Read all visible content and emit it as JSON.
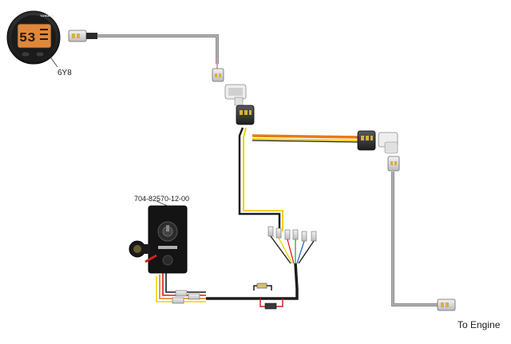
{
  "labels": {
    "gauge_model": "6Y8",
    "panel_part_number": "704-82570-12-00",
    "engine_destination": "To Engine"
  },
  "gauge": {
    "brand": "YAMAHA",
    "display_reading": "53"
  },
  "colors": {
    "grey_cable": "#9a9a9a",
    "black_cable": "#1c1c1c",
    "orange_wire": "#e87a12",
    "yellow_wire": "#f4d000",
    "red_wire": "#d42020",
    "green_wire": "#2ea43a",
    "blue_wire": "#2a6ad8",
    "gauge_lcd": "#e0883a"
  }
}
